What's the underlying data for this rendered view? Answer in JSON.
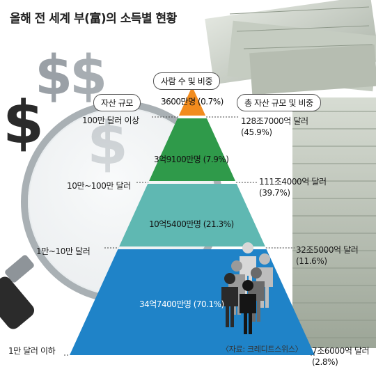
{
  "title": "올해 전 세계 부(富)의 소득별 현황",
  "pills": {
    "people": "사람 수 및 비중",
    "wealth_band": "자산 규모",
    "asset_total": "총 자산 규모 및 비중"
  },
  "source": "〈자료: 크레디트스위스〉",
  "colors": {
    "tier_top": "#f28c1e",
    "tier_2": "#2f9a4a",
    "tier_3": "#5fb8b2",
    "tier_4": "#1f83c8",
    "background_money": "#c9cfc6",
    "dollar_sign": "#8c8f94"
  },
  "chart_data": {
    "type": "pyramid",
    "title": "올해 전 세계 부(富)의 소득별 현황",
    "boundaries": [
      "100만 달러 이상",
      "10만~100만 달러",
      "1만~10만 달러",
      "1만 달러 이하"
    ],
    "tiers": [
      {
        "people_label": "3600만명 (0.7%)",
        "people_share": 0.7,
        "asset_value": "128조7000억 달러",
        "asset_share": "(45.9%)"
      },
      {
        "people_label": "3억9100만명 (7.9%)",
        "people_share": 7.9,
        "asset_value": "111조4000억 달러",
        "asset_share": "(39.7%)"
      },
      {
        "people_label": "10억5400만명 (21.3%)",
        "people_share": 21.3,
        "asset_value": "32조5000억 달러",
        "asset_share": "(11.6%)"
      },
      {
        "people_label": "34억7400만명 (70.1%)",
        "people_share": 70.1,
        "asset_value": "7조6000억 달러",
        "asset_share": "(2.8%)"
      }
    ]
  }
}
